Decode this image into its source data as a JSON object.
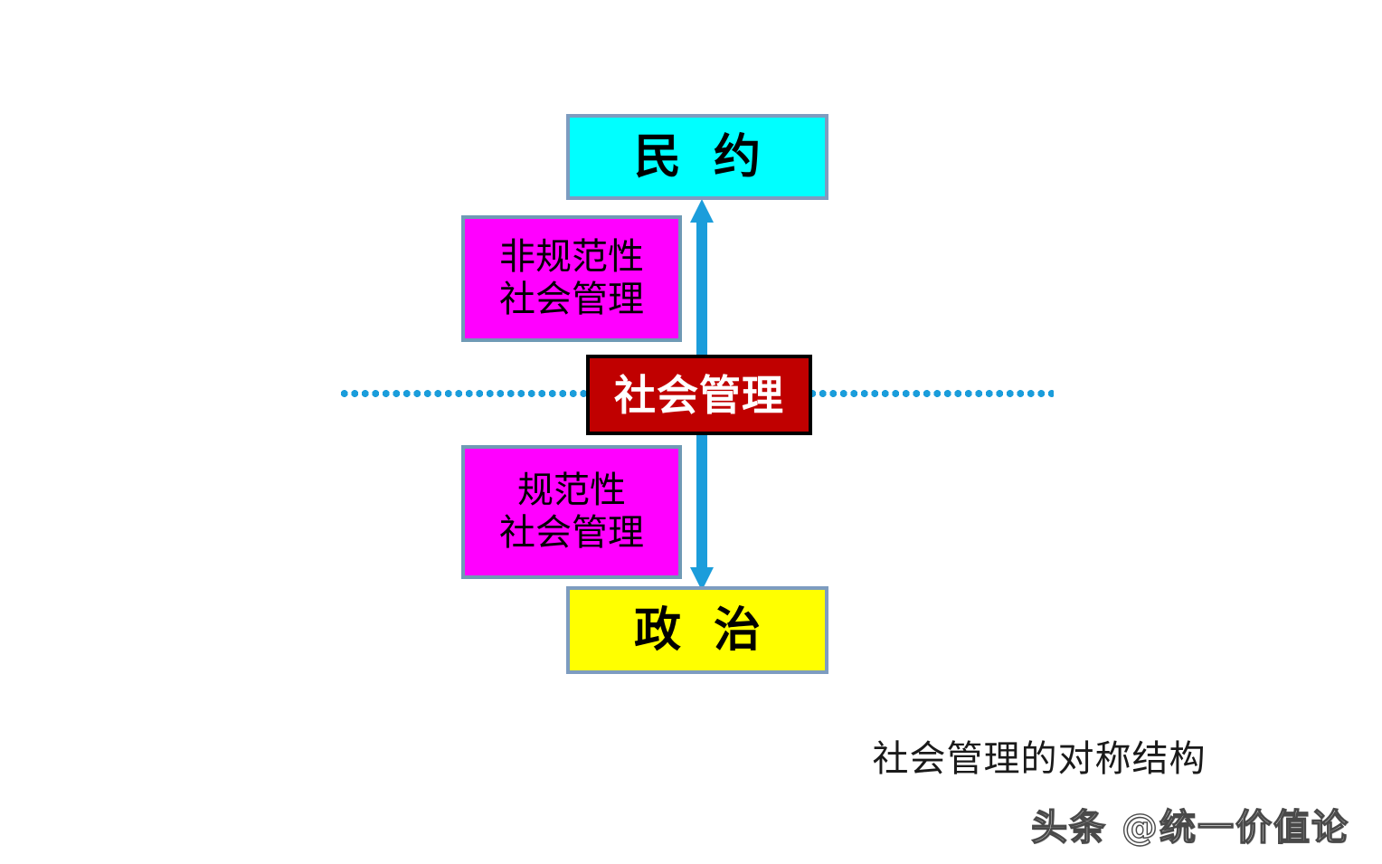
{
  "diagram": {
    "caption": "社会管理的对称结构",
    "colors": {
      "top_node_fill": "#00ffff",
      "bottom_node_fill": "#ffff00",
      "side_node_fill": "#ff00ff",
      "center_node_fill": "#c00000",
      "center_node_text": "#ffffff",
      "node_border": "#7d9cc0",
      "center_node_border": "#000000",
      "arrow": "#1b9ddb",
      "axis_dot": "#1b9ddb",
      "background": "#ffffff"
    },
    "nodes": {
      "top": {
        "label": "民约",
        "char1": "民",
        "char2": "约"
      },
      "bottom": {
        "label": "政治",
        "char1": "政",
        "char2": "治"
      },
      "informal": {
        "line1": "非规范性",
        "line2": "社会管理"
      },
      "formal": {
        "line1": "规范性",
        "line2": "社会管理"
      },
      "center": {
        "label": "社会管理"
      }
    },
    "arrows": {
      "up": {
        "name": "arrow-up",
        "from": "社会管理",
        "to": "民约",
        "direction": "up"
      },
      "down": {
        "name": "arrow-down",
        "from": "社会管理",
        "to": "政治",
        "direction": "down"
      }
    },
    "axis": {
      "style": "dotted",
      "orientation": "horizontal"
    }
  },
  "watermark": {
    "text": "头条 @统一价值论"
  }
}
